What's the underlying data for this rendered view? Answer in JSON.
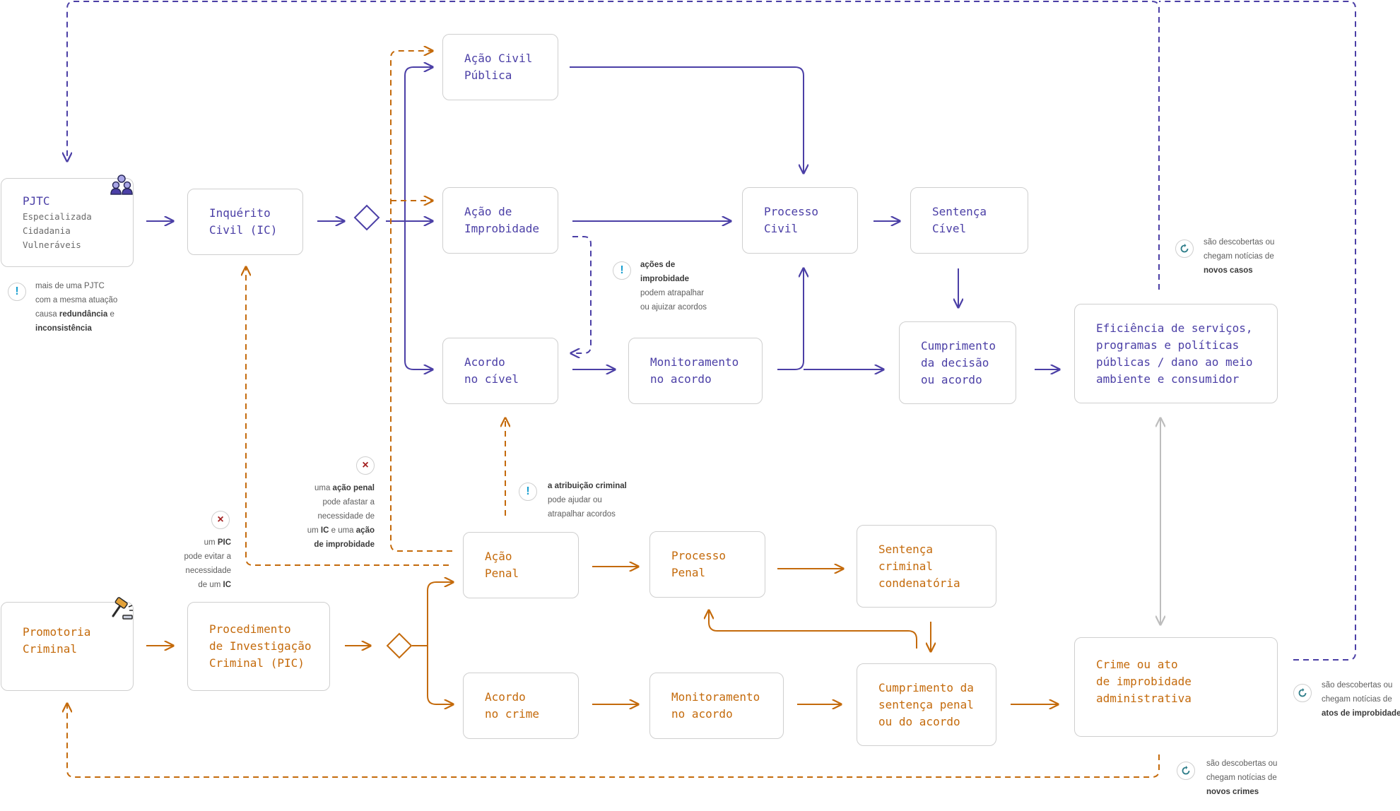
{
  "colors": {
    "civil": "#4b3fa6",
    "criminal": "#c46a0b",
    "neutral": "#bdbdbd",
    "info": "#1a9fd0",
    "error": "#a32020"
  },
  "nodes": {
    "pjtc": {
      "title": "PJTC",
      "subtitle": "Especializada\nCidadania\nVulneráveis"
    },
    "inquerito": "Inquérito\nCivil (IC)",
    "acao_civil_publica": "Ação Civil\nPública",
    "acao_improbidade": "Ação de\nImprobidade",
    "acordo_civel": "Acordo\nno cível",
    "monitoramento_civel": "Monitoramento\nno acordo",
    "processo_civil": "Processo\nCivil",
    "sentenca_civel": "Sentença\nCível",
    "cumprimento_civel": "Cumprimento\nda decisão\nou acordo",
    "eficiencia": "Eficiência de serviços,\nprogramas e políticas\npúblicas / dano ao meio\nambiente e consumidor",
    "promotoria": "Promotoria\nCriminal",
    "pic": "Procedimento\nde Investigação\nCriminal (PIC)",
    "acao_penal": "Ação\nPenal",
    "acordo_crime": "Acordo\nno crime",
    "processo_penal": "Processo\nPenal",
    "monitoramento_crime": "Monitoramento\nno acordo",
    "sentenca_criminal": "Sentença\ncriminal\ncondenatória",
    "cumprimento_penal": "Cumprimento da\nsentença penal\nou do acordo",
    "crime": "Crime ou ato\nde improbidade\nadministrativa"
  },
  "notes": {
    "pjtc_note": {
      "pre": "mais de uma PJTC\ncom a mesma atuação\ncausa ",
      "b1": "redundância",
      "mid": " e\n",
      "b2": "inconsistência"
    },
    "improbidade_note": {
      "b1": "ações de\nimprobidade",
      "post": "\npodem atrapalhar\nou ajuizar acordos"
    },
    "acao_penal_note": {
      "pre": "uma ",
      "b1": "ação penal",
      "mid": "\npode afastar a\nnecessidade de\num ",
      "b2": "IC",
      "mid2": " e uma ",
      "b3": "ação\nde improbidade"
    },
    "pic_note": {
      "pre": "um ",
      "b1": "PIC",
      "mid": "\npode evitar a\nnecessidade\nde um ",
      "b2": "IC"
    },
    "atribuicao_note": {
      "b1": "a atribuição criminal",
      "post": "\npode ajudar ou\natrapalhar acordos"
    },
    "novos_casos": {
      "pre": "são descobertas ou\nchegam notícias de\n",
      "b1": "novos casos"
    },
    "atos_improbidade": {
      "pre": "são descobertas ou\nchegam notícias de\n",
      "b1": "atos de improbidade"
    },
    "novos_crimes": {
      "pre": "são descobertas ou\nchegam notícias de\n",
      "b1": "novos crimes"
    }
  },
  "icons": {
    "info": "!",
    "cross": "×",
    "cycle": "refresh-icon",
    "group": "group-icon",
    "gavel": "gavel-icon"
  }
}
